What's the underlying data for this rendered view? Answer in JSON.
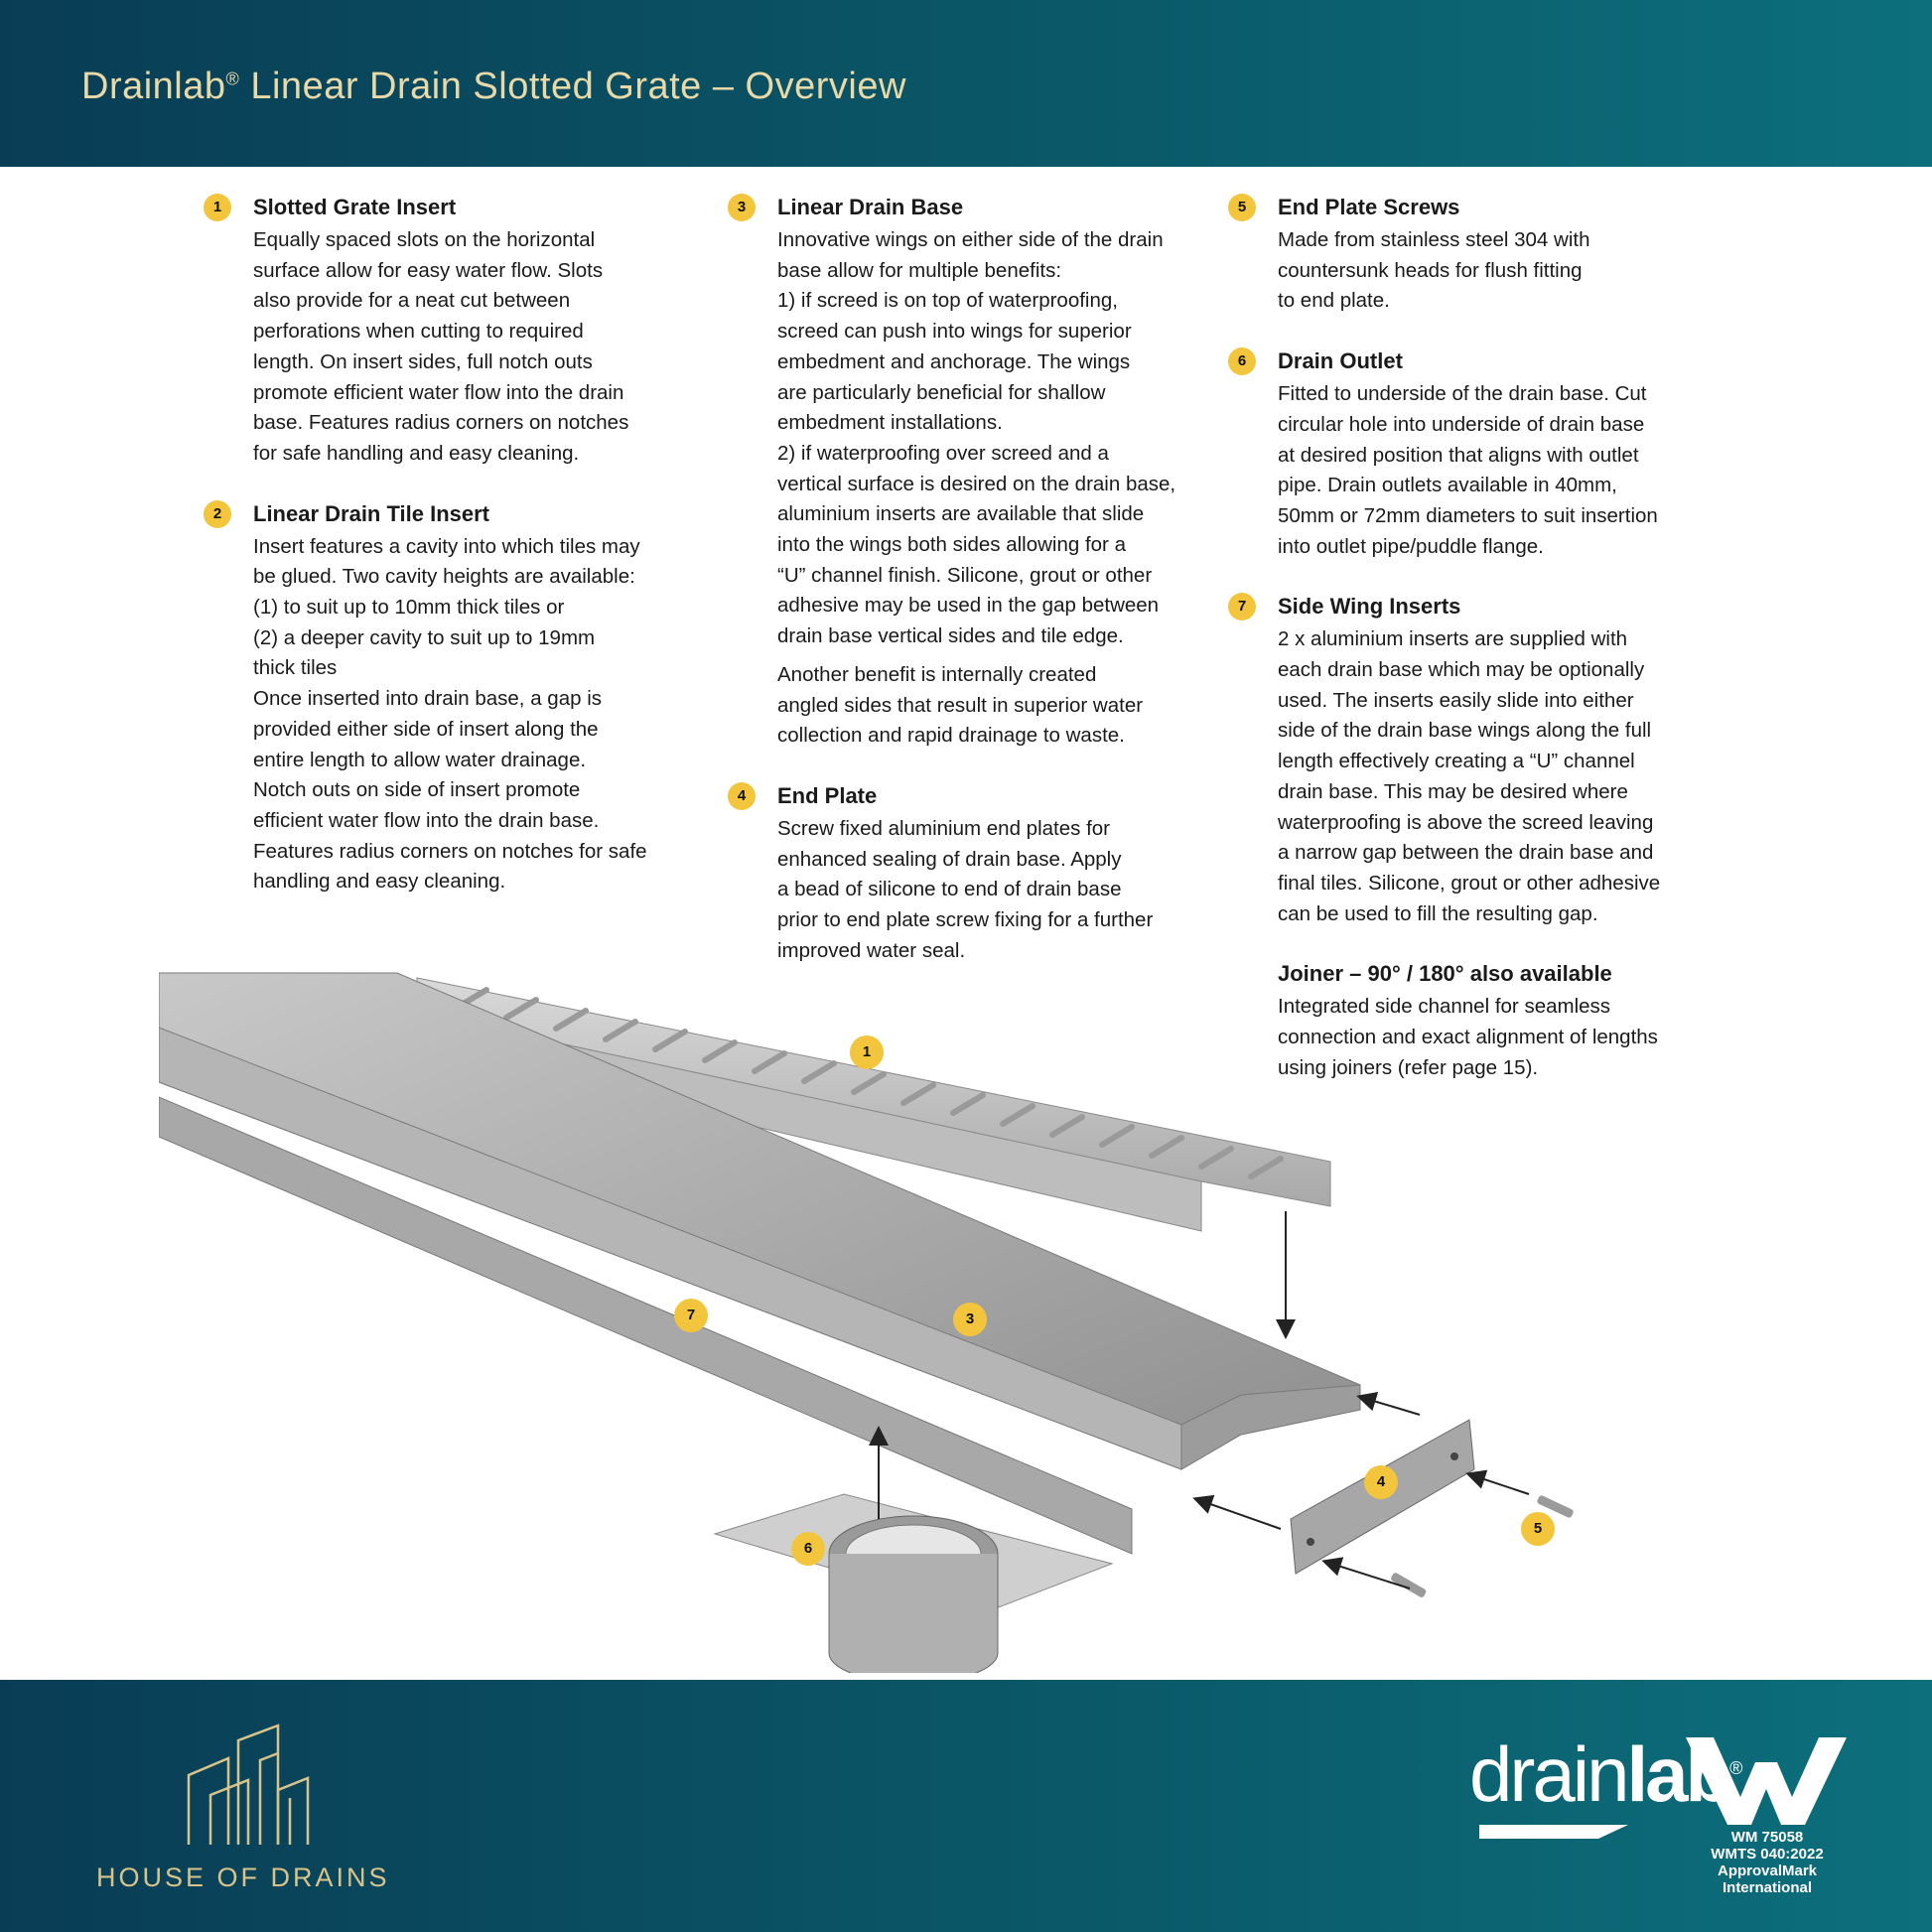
{
  "header": {
    "title_brand": "Drainlab",
    "title_reg": "®",
    "title_rest": " Linear Drain Slotted Grate – Overview"
  },
  "columns": {
    "left": [
      {
        "num": "1",
        "title": "Slotted Grate Insert",
        "paras": [
          "Equally spaced slots on the horizontal\nsurface allow for easy water flow. Slots\nalso provide for a neat cut between\nperforations when cutting to required\nlength. On insert sides, full notch outs\npromote efficient water flow into the drain\nbase. Features radius corners on notches\nfor safe handling and easy cleaning."
        ]
      },
      {
        "num": "2",
        "title": "Linear Drain Tile Insert",
        "paras": [
          "Insert features a cavity into which tiles may\nbe glued. Two cavity heights are available:\n(1) to suit up to 10mm thick tiles or\n(2) a deeper cavity to suit up to 19mm\nthick tiles\nOnce inserted into drain base, a gap is\nprovided either side of insert along the\nentire length to allow water drainage.\nNotch outs on side of insert promote\nefficient water flow into the drain base.\nFeatures radius corners on notches for safe\nhandling and easy cleaning."
        ]
      }
    ],
    "middle": [
      {
        "num": "3",
        "title": "Linear Drain Base",
        "paras": [
          "Innovative wings on either side of the drain\nbase allow for multiple benefits:\n1) if screed is on top of waterproofing,\nscreed can push into wings for superior\nembedment and anchorage. The wings\nare particularly beneficial for shallow\nembedment installations.\n2) if waterproofing over screed and a\nvertical surface is desired on the drain base,\naluminium inserts are available that slide\ninto the wings both sides allowing for a\n“U” channel finish. Silicone, grout or other\nadhesive may be used in the gap between\ndrain base vertical sides and tile edge.",
          "Another benefit is internally created\nangled sides that result in superior water\ncollection and rapid drainage to waste."
        ]
      },
      {
        "num": "4",
        "title": "End Plate",
        "paras": [
          "Screw fixed aluminium end plates for\nenhanced sealing of drain base. Apply\na bead of silicone to end of drain base\nprior to end plate screw fixing for a further\nimproved water seal."
        ]
      }
    ],
    "right": [
      {
        "num": "5",
        "title": "End Plate Screws",
        "paras": [
          "Made from stainless steel 304 with\ncountersunk heads for flush fitting\nto end plate."
        ]
      },
      {
        "num": "6",
        "title": "Drain Outlet",
        "paras": [
          "Fitted to underside of the drain base. Cut\ncircular hole into underside of drain base\nat desired position that aligns with outlet\npipe. Drain outlets available in 40mm,\n50mm or 72mm diameters to suit insertion\ninto outlet pipe/puddle flange."
        ]
      },
      {
        "num": "7",
        "title": "Side Wing Inserts",
        "paras": [
          "2 x aluminium inserts are supplied with\neach drain base which may be optionally\nused. The inserts easily slide into either\nside of the drain base wings along the full\nlength effectively creating a “U” channel\ndrain base. This may be desired where\nwaterproofing is above the screed leaving\na narrow gap between the drain base and\nfinal tiles. Silicone, grout or other adhesive\ncan be used to fill the resulting gap."
        ]
      },
      {
        "num": "",
        "title": "Joiner – 90° / 180° also available",
        "paras": [
          "Integrated side channel for seamless\nconnection and exact alignment of lengths\nusing joiners (refer page 15)."
        ]
      }
    ]
  },
  "diagram_badges": [
    "1",
    "3",
    "7",
    "4",
    "5",
    "6"
  ],
  "footer": {
    "house_of_drains": "HOUSE OF DRAINS",
    "drainlab_thin": "drain",
    "drainlab_bold": "lab",
    "drainlab_reg": "®",
    "approval": [
      "WM 75058",
      "WMTS 040:2022",
      "ApprovalMark",
      "International"
    ]
  },
  "colors": {
    "header_bg": "#0a5868",
    "badge": "#f2c53d",
    "gold_text": "#e8d9a8"
  }
}
